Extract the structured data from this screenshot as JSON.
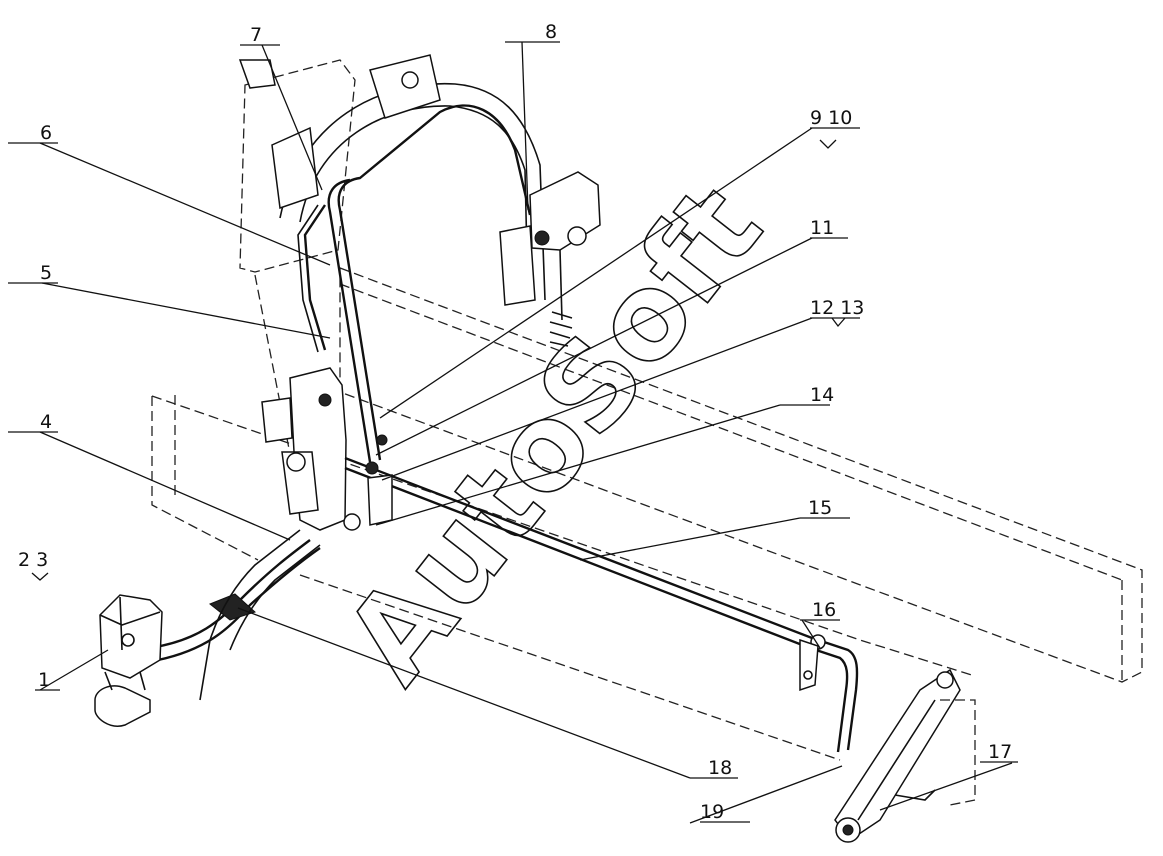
{
  "watermark": "AutoSoft",
  "callouts": [
    "1",
    "2 3",
    "4",
    "5",
    "6",
    "7",
    "8",
    "9 10",
    "11",
    "12 13",
    "14",
    "15",
    "16",
    "17",
    "18",
    "19"
  ],
  "colors": {
    "line": "#111111",
    "background": "#ffffff",
    "harness_wrap": "#222222"
  }
}
